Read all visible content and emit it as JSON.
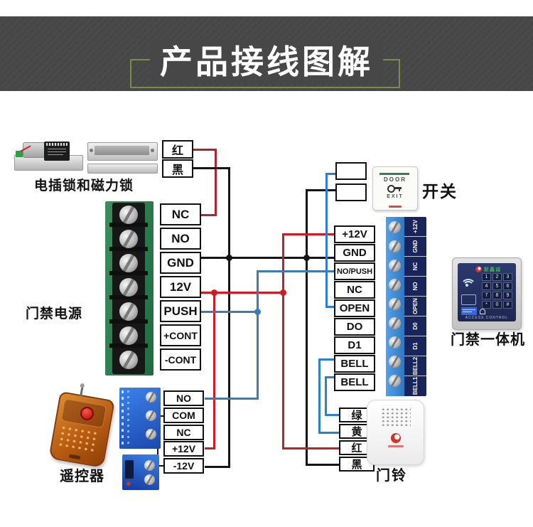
{
  "banner": {
    "title": "产品接线图解"
  },
  "colors": {
    "banner_bg": "#474747",
    "accent_green": "#7b8c4d",
    "wire_red": "#cf1b20",
    "wire_dark_red": "#b2252c",
    "wire_blue": "#2e7fd0",
    "wire_steel_blue": "#3a7cb8",
    "wire_black": "#141414"
  },
  "lock": {
    "label": "电插锁和磁力锁",
    "wire_tags": [
      "红",
      "黑"
    ]
  },
  "psu": {
    "label": "门禁电源",
    "terminals": [
      "NC",
      "NO",
      "GND",
      "12V",
      "PUSH",
      "+CONT",
      "-CONT"
    ]
  },
  "exit_button": {
    "label": "开关",
    "face_top": "DOOR",
    "face_bottom": "EXIT"
  },
  "controller": {
    "label": "门禁一体机",
    "terminals": [
      "+12V",
      "GND",
      "NO/PUSH",
      "NC",
      "OPEN",
      "DO",
      "D1",
      "BELL",
      "BELL"
    ],
    "pcb_labels": [
      "+12V",
      "GND",
      "NC",
      "NO",
      "OPEN",
      "D0",
      "D1",
      "BELL2",
      "BELL1"
    ],
    "keypad_keys": [
      "1",
      "2",
      "3",
      "4",
      "5",
      "6",
      "7",
      "8",
      "9",
      "*",
      "0",
      "#"
    ],
    "brand": "新鑫诚",
    "footer": "ACCESS CONTROL"
  },
  "remote": {
    "label": "遥控器"
  },
  "receiver": {
    "terminals": [
      "NO",
      "COM",
      "NC",
      "+12V",
      "-12V"
    ]
  },
  "doorbell": {
    "label": "门铃",
    "wire_tags": [
      "绿",
      "黄",
      "红",
      "黑"
    ]
  }
}
